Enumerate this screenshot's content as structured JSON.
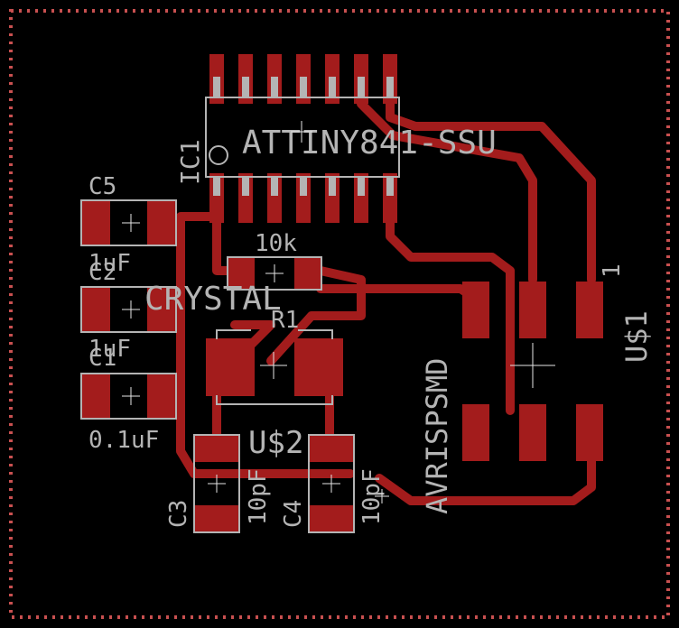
{
  "colors": {
    "background": "#000000",
    "copper": "#a31c1c",
    "silkscreen": "#b4b4b4",
    "board_outline": "#c85050"
  },
  "components": {
    "ic1": {
      "ref": "IC1",
      "value": "ATTINY841-SSU"
    },
    "c5": {
      "ref": "C5",
      "value": "1uF"
    },
    "c2": {
      "ref": "C2",
      "value": "1uF"
    },
    "c1": {
      "ref": "C1",
      "value": "0.1uF"
    },
    "r1": {
      "ref": "R1",
      "value": "10k"
    },
    "us2": {
      "ref": "U$2",
      "value": "CRYSTAL"
    },
    "c3": {
      "ref": "C3",
      "value": "10pF"
    },
    "c4": {
      "ref": "C4",
      "value": "10pF"
    },
    "us1": {
      "ref": "U$1",
      "value": "AVRISPSMD",
      "pin1": "1"
    }
  }
}
